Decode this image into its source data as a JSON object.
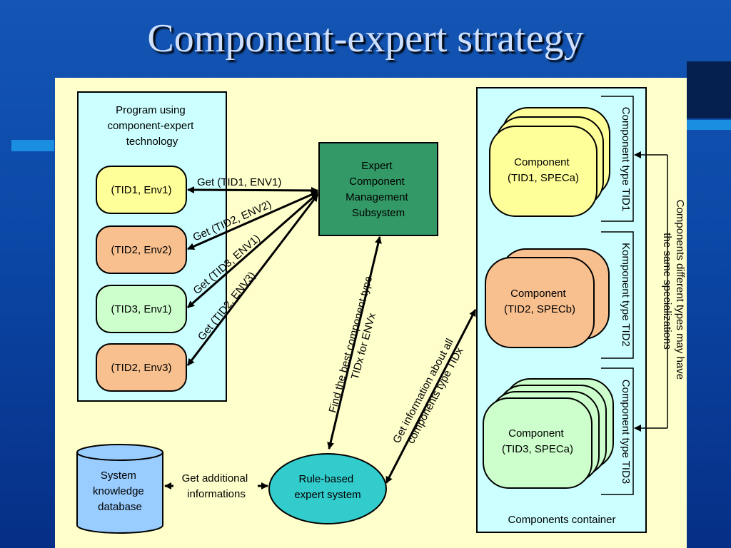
{
  "slide": {
    "title": "Component-expert strategy"
  },
  "program_box": {
    "label_lines": [
      "Program using",
      "component-expert",
      "technology"
    ],
    "items": [
      "(TID1, Env1)",
      "(TID2, Env2)",
      "(TID3, Env1)",
      "(TID2, Env3)"
    ]
  },
  "expert_box": {
    "label_lines": [
      "Expert",
      "Component",
      "Management",
      "Subsystem"
    ]
  },
  "requests": [
    "Get (TID1, ENV1)",
    "Get (TID2, ENV2)",
    "Get (TID3, ENV1)",
    "Get (TID2, ENV3)"
  ],
  "find_label_lines": [
    "Find the best component type",
    "TIDx for  ENVx"
  ],
  "info_label_lines": [
    "Get information about all",
    "components type TIDx"
  ],
  "rule_system": {
    "label_lines": [
      "Rule-based",
      "expert system"
    ]
  },
  "database": {
    "label_lines": [
      "System",
      "knowledge",
      "database"
    ]
  },
  "additional_label_lines": [
    "Get additional",
    "informations"
  ],
  "container": {
    "label": "Components container",
    "components": [
      {
        "lines": [
          "Component",
          "(TID1, SPECa)"
        ],
        "color": "#ffff99"
      },
      {
        "lines": [
          "Component",
          "(TID2, SPECb)"
        ],
        "color": "#f9c08f"
      },
      {
        "lines": [
          "Component",
          "(TID3, SPECa)"
        ],
        "color": "#ccffcc"
      }
    ],
    "type_labels": [
      "Component type TID1",
      "Komponent type TID2",
      "Component type TID3"
    ],
    "note_lines": [
      "Components different types may have",
      "the same specializations"
    ]
  },
  "colors": {
    "slide_bg": "#0b47a6",
    "canvas_bg": "#ffffcc",
    "panel_bg": "#ccffff",
    "expert_green": "#339966",
    "rule_teal": "#33cccc",
    "db_blue": "#99ccff",
    "tid1": "#ffff99",
    "tid2": "#f9c08f",
    "tid3": "#ccffcc"
  }
}
